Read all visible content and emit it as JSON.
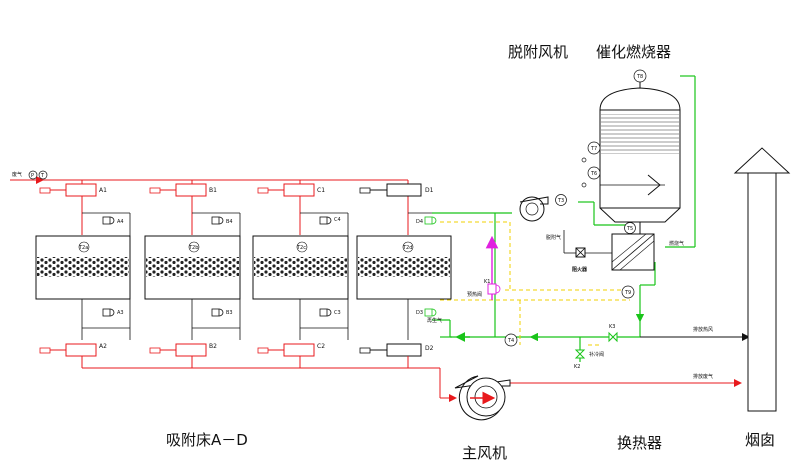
{
  "titles": {
    "desorption_fan": "脱附风机",
    "catalytic_burner": "催化燃烧器",
    "adsorption_beds": "吸附床A－D",
    "main_fan": "主风机",
    "heat_exchanger": "换热器",
    "chimney": "烟囱"
  },
  "labels": {
    "waste_gas_in": "废气",
    "inlet_p": "P",
    "inlet_t": "T",
    "desorption_gas": "脱附气",
    "fire_arrester": "阻火器",
    "combustion_gas": "燃烧气",
    "preheat_valve": "预热阀",
    "regen_gas": "再生气",
    "makeup_cold_valve": "补冷阀",
    "exhaust_hot_air": "排放热风",
    "exhaust_waste_gas": "排放废气"
  },
  "valves": {
    "a1": "A1",
    "b1": "B1",
    "c1": "C1",
    "d1": "D1",
    "a2": "A2",
    "b2": "B2",
    "c2": "C2",
    "d2": "D2",
    "a3": "A3",
    "b3": "B3",
    "c3": "C3",
    "d3": "D3",
    "a4": "A4",
    "b4": "B4",
    "c4": "C4",
    "d4": "D4",
    "k1": "K1",
    "k2": "K2",
    "k3": "K3"
  },
  "sensors": {
    "t2a": "T2a",
    "t2b": "T2b",
    "t2c": "T2c",
    "t2d": "T2d",
    "t3": "T3",
    "t4": "T4",
    "t5": "T5",
    "t6": "T6",
    "t7": "T7",
    "t8": "T8",
    "t9": "T9"
  },
  "colors": {
    "waste_gas": "#e8191c",
    "regen_line": "#19c419",
    "dashed": "#f0d000",
    "preheat": "#e020e0",
    "exhaust": "#111111"
  }
}
